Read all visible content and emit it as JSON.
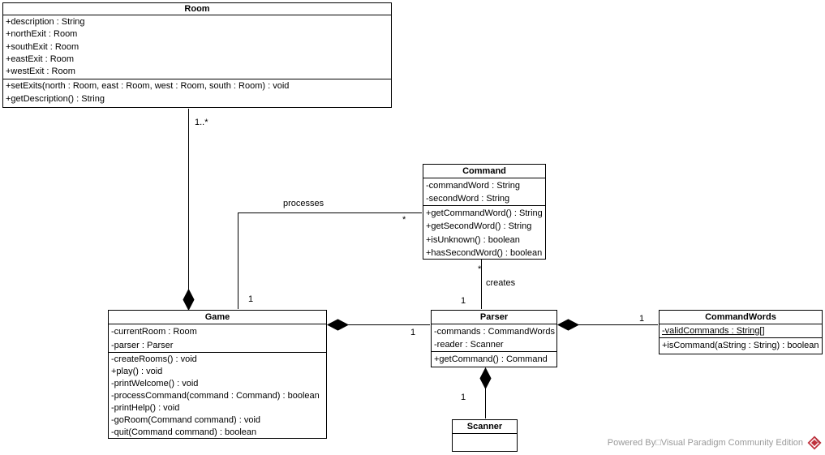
{
  "classes": [
    {
      "name": "Room",
      "attributes": [
        "+description : String",
        "+northExit : Room",
        "+southExit : Room",
        "+eastExit : Room",
        "+westExit : Room"
      ],
      "methods": [
        "+setExits(north : Room, east : Room, west : Room, south : Room) : void",
        "+getDescription() : String"
      ]
    },
    {
      "name": "Command",
      "attributes": [
        "-commandWord : String",
        "-secondWord : String"
      ],
      "methods": [
        "+getCommandWord() : String",
        "+getSecondWord() : String",
        "+isUnknown() : boolean",
        "+hasSecondWord() : boolean"
      ]
    },
    {
      "name": "Game",
      "attributes": [
        "-currentRoom : Room",
        "-parser : Parser"
      ],
      "methods": [
        "-createRooms() : void",
        "+play() : void",
        "-printWelcome() : void",
        "-processCommand(command : Command) : boolean",
        "-printHelp() : void",
        "-goRoom(Command command) : void",
        "-quit(Command command) : boolean"
      ]
    },
    {
      "name": "Parser",
      "attributes": [
        "-commands : CommandWords",
        "-reader : Scanner"
      ],
      "methods": [
        "+getCommand() : Command"
      ]
    },
    {
      "name": "CommandWords",
      "attributes": [
        "-validCommands : String[]"
      ],
      "methods": [
        "+isCommand(aString : String) : boolean"
      ]
    },
    {
      "name": "Scanner",
      "attributes": [],
      "methods": []
    }
  ],
  "relationships": {
    "room_game": {
      "type": "composition",
      "multiplicity": "1..*"
    },
    "game_command": {
      "label": "processes",
      "near_game": "1",
      "near_command": "*"
    },
    "parser_command": {
      "label": "creates",
      "near_command": "*",
      "near_parser": "1"
    },
    "game_parser": {
      "type": "composition",
      "near_parser": "1"
    },
    "parser_commandwords": {
      "type": "composition",
      "near_commandwords": "1"
    },
    "parser_scanner": {
      "type": "composition",
      "near_scanner": "1"
    }
  },
  "footer": {
    "text": "Powered By□Visual Paradigm Community Edition"
  },
  "colors": {
    "line": "#000000",
    "box_fill": "#ffffff",
    "footer_text": "#9a9a9a",
    "logo_red": "#c0333e"
  }
}
